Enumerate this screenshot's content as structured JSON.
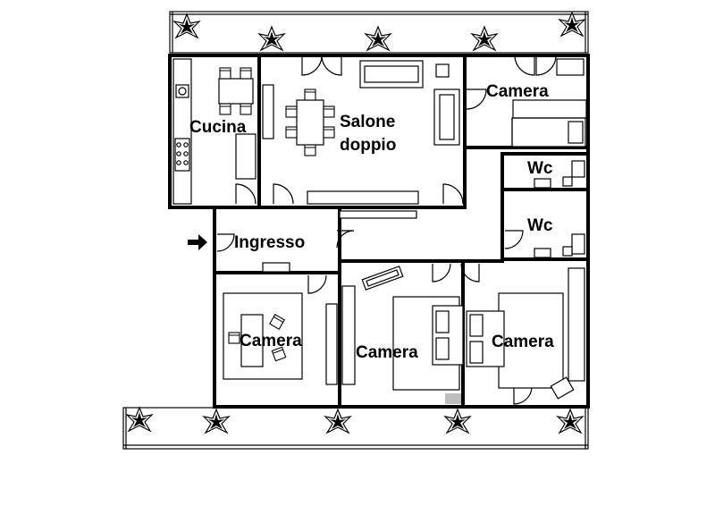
{
  "rooms": {
    "cucina": "Cucina",
    "salone_line1": "Salone",
    "salone_line2": "doppio",
    "camera_ne": "Camera",
    "wc_upper": "Wc",
    "wc_lower": "Wc",
    "ingresso": "Ingresso",
    "camera_sw": "Camera",
    "camera_mid": "Camera",
    "camera_se": "Camera"
  },
  "icons": {
    "entrance": "entrance-arrow-icon",
    "plant": "plant-icon"
  }
}
